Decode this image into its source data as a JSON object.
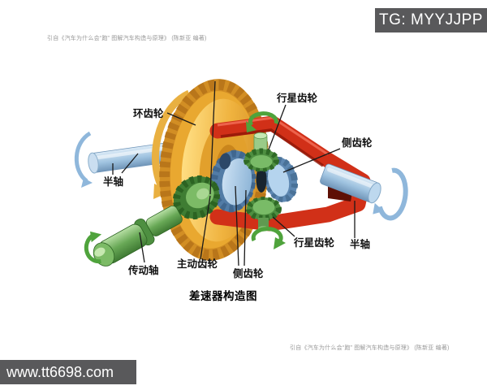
{
  "watermark_top": {
    "text": "TG: MYYJJPP",
    "bg": "#59595B",
    "color": "#ffffff"
  },
  "watermark_bottom": {
    "text": "www.tt6698.com",
    "bg": "#59595B",
    "color": "#ffffff"
  },
  "citation_top": "引自《汽车为什么会“跑” 图解汽车构造与原理》 (陈新亚 编著)",
  "citation_bottom": "引自《汽车为什么会“跑” 图解汽车构造与原理》 (陈新亚 编著)",
  "diagram": {
    "title": "差速器构造图",
    "labels": {
      "ring_gear": "环齿轮",
      "planet_gear_top": "行星齿轮",
      "side_gear_right": "侧齿轮",
      "half_shaft_left": "半轴",
      "half_shaft_right": "半轴",
      "planet_gear_bottom": "行星齿轮",
      "drive_shaft": "传动轴",
      "drive_pinion_gear": "主动齿轮",
      "side_gear_bottom": "侧齿轮"
    },
    "colors": {
      "ring_gear_yellow": "#E9A830",
      "case_red": "#D13018",
      "shaft_blue": "#A9CBE6",
      "gear_green_light": "#79BB67",
      "gear_blue_light": "#B5D4EE",
      "arrow_green": "#4FA33C",
      "arrow_blue": "#8FB7DB",
      "banner_bg": "#59595B",
      "label_ink": "#111111"
    }
  }
}
